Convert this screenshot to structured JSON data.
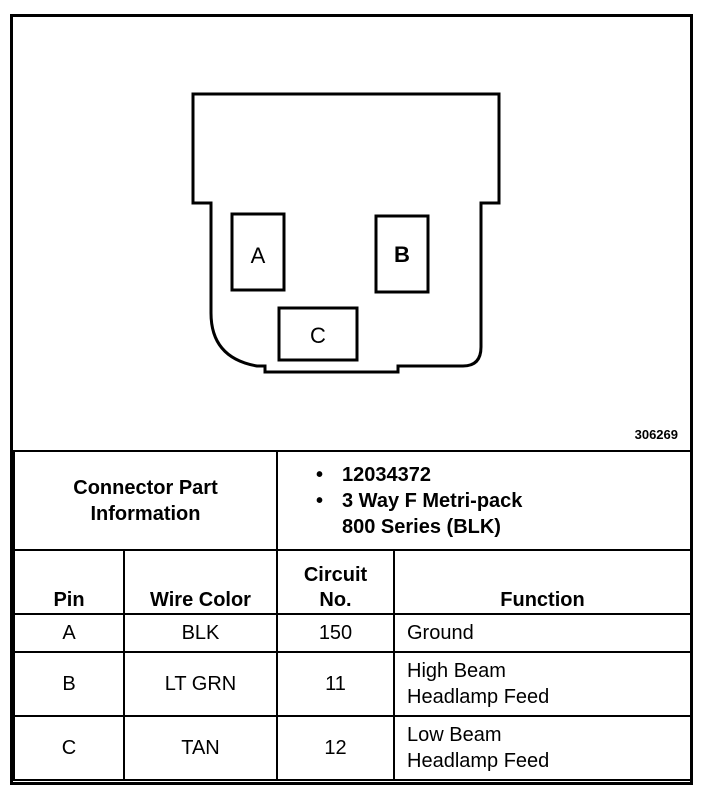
{
  "diagram": {
    "reference_code": "306269",
    "cavities": [
      {
        "id": "cavity-a",
        "label": "A"
      },
      {
        "id": "cavity-b",
        "label": "B"
      },
      {
        "id": "cavity-c",
        "label": "C"
      }
    ]
  },
  "connector": {
    "label": "Connector Part Information",
    "label_line1": "Connector Part",
    "label_line2": "Information",
    "items": [
      {
        "bullet": "•",
        "text": "12034372"
      },
      {
        "bullet": "•",
        "text": "3 Way F Metri-pack 800 Series (BLK)",
        "line1": "3 Way F Metri-pack",
        "line2": "800 Series (BLK)"
      }
    ]
  },
  "table": {
    "headers": {
      "pin": "Pin",
      "wire_color": "Wire Color",
      "circuit_line1": "Circuit",
      "circuit_line2": "No.",
      "function": "Function"
    },
    "rows": [
      {
        "pin": "A",
        "wire_color": "BLK",
        "circuit": "150",
        "function_line1": "Ground",
        "function_line2": ""
      },
      {
        "pin": "B",
        "wire_color": "LT GRN",
        "circuit": "11",
        "function_line1": "High Beam",
        "function_line2": "Headlamp Feed"
      },
      {
        "pin": "C",
        "wire_color": "TAN",
        "circuit": "12",
        "function_line1": "Low Beam",
        "function_line2": "Headlamp Feed"
      }
    ]
  }
}
